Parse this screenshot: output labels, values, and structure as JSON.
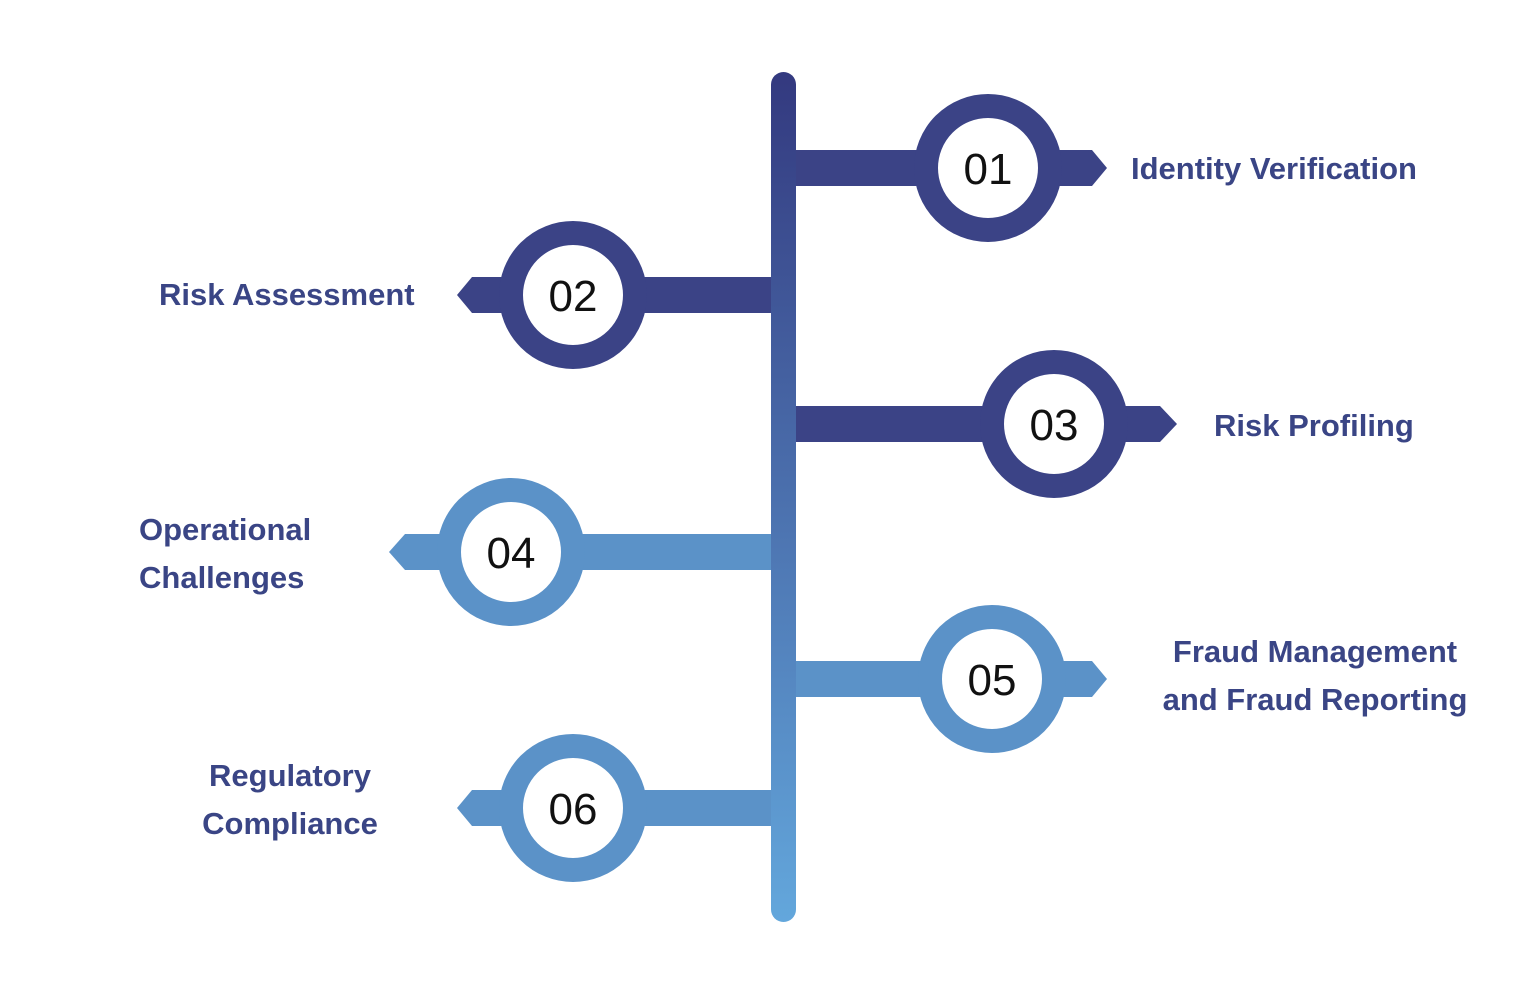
{
  "colors": {
    "dark": "#3b4386",
    "light": "#5b92c8",
    "label_text": "#3a4585",
    "spine_top": "#33397f",
    "spine_bottom": "#63a7dc",
    "number_text": "#111111",
    "circle_fill": "#ffffff"
  },
  "steps": [
    {
      "number": "01",
      "label_lines": [
        "Identity Verification"
      ],
      "side": "right",
      "color": "dark"
    },
    {
      "number": "02",
      "label_lines": [
        "Risk Assessment"
      ],
      "side": "left",
      "color": "dark"
    },
    {
      "number": "03",
      "label_lines": [
        "Risk Profiling"
      ],
      "side": "right",
      "color": "dark"
    },
    {
      "number": "04",
      "label_lines": [
        "Operational",
        "Challenges"
      ],
      "side": "left",
      "color": "light"
    },
    {
      "number": "05",
      "label_lines": [
        "Fraud Management",
        "and Fraud Reporting"
      ],
      "side": "right",
      "color": "light"
    },
    {
      "number": "06",
      "label_lines": [
        "Regulatory",
        "Compliance"
      ],
      "side": "left",
      "color": "light"
    }
  ]
}
